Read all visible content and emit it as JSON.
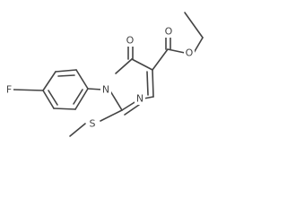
{
  "molecule": {
    "atoms": {
      "oxygen_ester_carbonyl": "O",
      "oxygen_ester": "O",
      "oxygen_ring_carbonyl": "O",
      "nitrogen_1": "N",
      "nitrogen_3": "N",
      "fluorine": "F",
      "sulfur": "S"
    }
  }
}
